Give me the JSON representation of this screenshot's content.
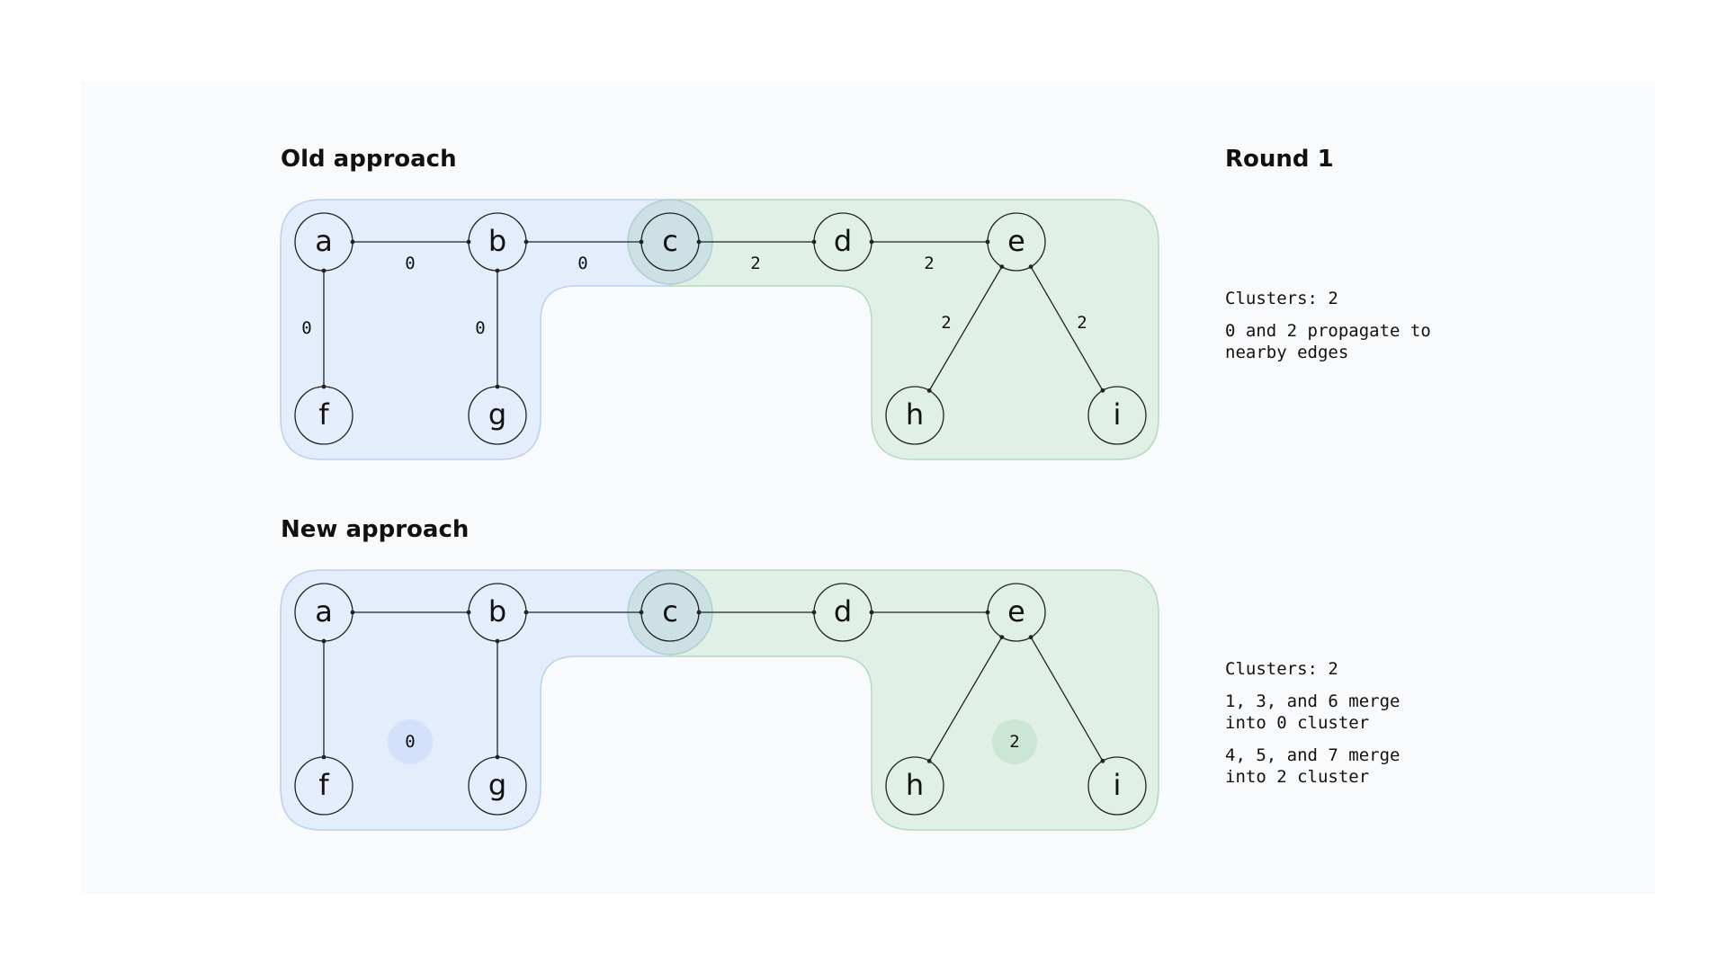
{
  "round_title": "Round 1",
  "colors": {
    "background": "#ffffff",
    "panel": "#f9fafc",
    "cluster_blue": "#e4edfb",
    "cluster_blue_stroke": "#bcd0ee",
    "cluster_green": "#e1f0e6",
    "cluster_green_stroke": "#b5d9c0",
    "overlap": "#cde1e4",
    "overlap_ring": "#aecfd4",
    "node_stroke": "#222222",
    "edge": "#222222"
  },
  "sections": [
    {
      "title": "Old approach",
      "edge_labels": {
        "a-b": "0",
        "b-c": "0",
        "c-d": "2",
        "d-e": "2",
        "a-f": "0",
        "b-g": "0",
        "e-h": "2",
        "e-i": "2"
      },
      "cluster_badges": [],
      "notes": [
        "Clusters: 2",
        "0 and 2 propagate to\nnearby edges"
      ]
    },
    {
      "title": "New approach",
      "edge_labels": {},
      "cluster_badges": [
        {
          "label": "0",
          "cluster": "blue"
        },
        {
          "label": "2",
          "cluster": "green"
        }
      ],
      "notes": [
        "Clusters: 2",
        "1, 3, and 6 merge\ninto 0 cluster",
        "4, 5, and 7 merge\ninto 2 cluster"
      ]
    }
  ],
  "nodes": [
    "a",
    "b",
    "c",
    "d",
    "e",
    "f",
    "g",
    "h",
    "i"
  ],
  "edges": [
    [
      "a",
      "b"
    ],
    [
      "b",
      "c"
    ],
    [
      "c",
      "d"
    ],
    [
      "d",
      "e"
    ],
    [
      "a",
      "f"
    ],
    [
      "b",
      "g"
    ],
    [
      "e",
      "h"
    ],
    [
      "e",
      "i"
    ]
  ]
}
